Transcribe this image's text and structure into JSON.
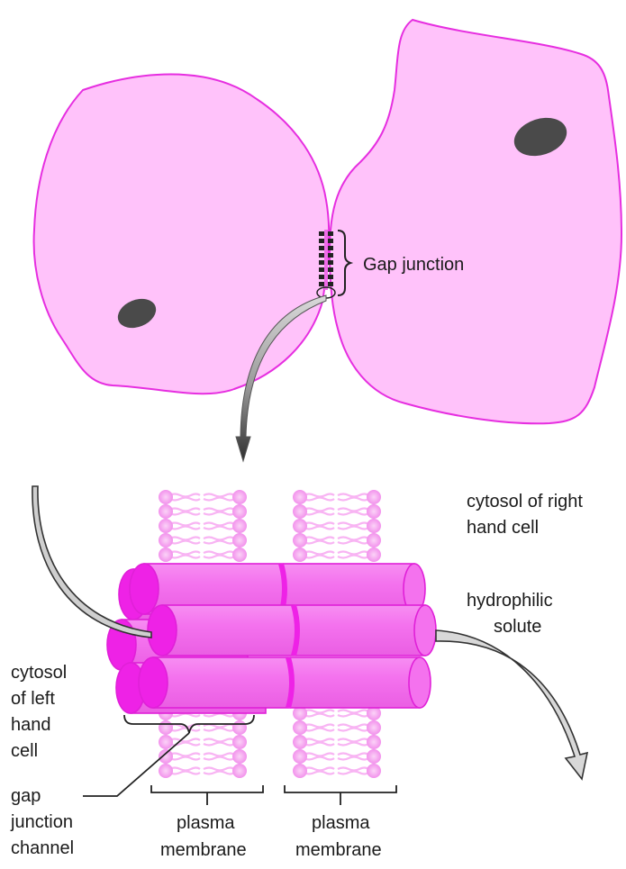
{
  "labels": {
    "gap_junction": "Gap junction",
    "cytosol_right_1": "cytosol of right",
    "cytosol_right_2": "hand cell",
    "hydrophilic_1": "hydrophilic",
    "hydrophilic_2": "solute",
    "cytosol_left_1": "cytosol",
    "cytosol_left_2": "of left",
    "cytosol_left_3": "hand",
    "cytosol_left_4": "cell",
    "channel_1": "gap",
    "channel_2": "junction",
    "channel_3": "channel",
    "membrane_left_1": "plasma",
    "membrane_left_2": "membrane",
    "membrane_right_1": "plasma",
    "membrane_right_2": "membrane"
  },
  "colors": {
    "cell_fill": "#ffc2fa",
    "cell_outline": "#e62ee0",
    "nucleus": "#4a4a4a",
    "cylinder_body": "#f472ee",
    "cylinder_end": "#ee22e6",
    "lipid": "#f7a6f2",
    "arrow_fill": "#d8d8d8"
  }
}
